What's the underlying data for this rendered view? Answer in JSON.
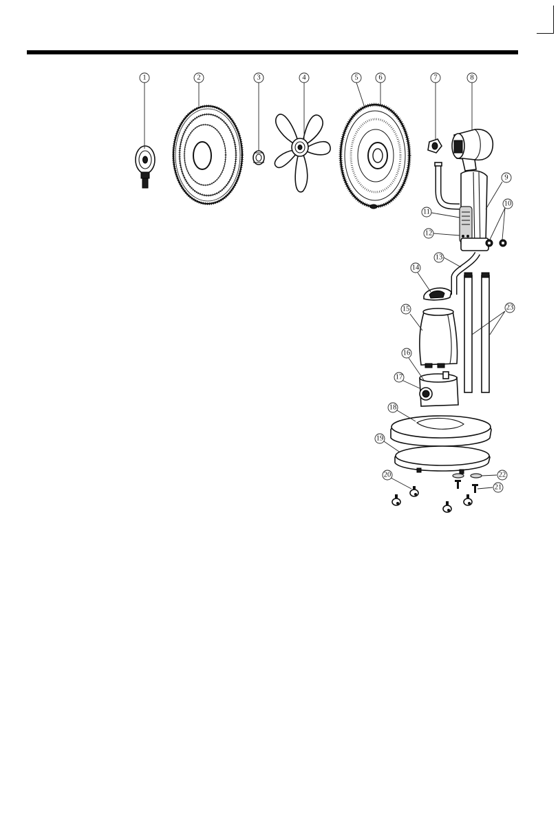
{
  "callouts": [
    {
      "id": "c1",
      "label": "1"
    },
    {
      "id": "c2",
      "label": "2"
    },
    {
      "id": "c3",
      "label": "3"
    },
    {
      "id": "c4",
      "label": "4"
    },
    {
      "id": "c5",
      "label": "5"
    },
    {
      "id": "c6",
      "label": "6"
    },
    {
      "id": "c7",
      "label": "7"
    },
    {
      "id": "c8",
      "label": "8"
    },
    {
      "id": "c9",
      "label": "9"
    },
    {
      "id": "c10",
      "label": "10"
    },
    {
      "id": "c11",
      "label": "11"
    },
    {
      "id": "c12",
      "label": "12"
    },
    {
      "id": "c13",
      "label": "13"
    },
    {
      "id": "c14",
      "label": "14"
    },
    {
      "id": "c15",
      "label": "15"
    },
    {
      "id": "c16",
      "label": "16"
    },
    {
      "id": "c17",
      "label": "17"
    },
    {
      "id": "c18",
      "label": "18"
    },
    {
      "id": "c19",
      "label": "19"
    },
    {
      "id": "c20",
      "label": "20"
    },
    {
      "id": "c21",
      "label": "21"
    },
    {
      "id": "c22",
      "label": "22"
    },
    {
      "id": "c23",
      "label": "23"
    }
  ],
  "colors": {
    "ink": "#111111",
    "rule": "#000000",
    "paper": "#ffffff"
  }
}
